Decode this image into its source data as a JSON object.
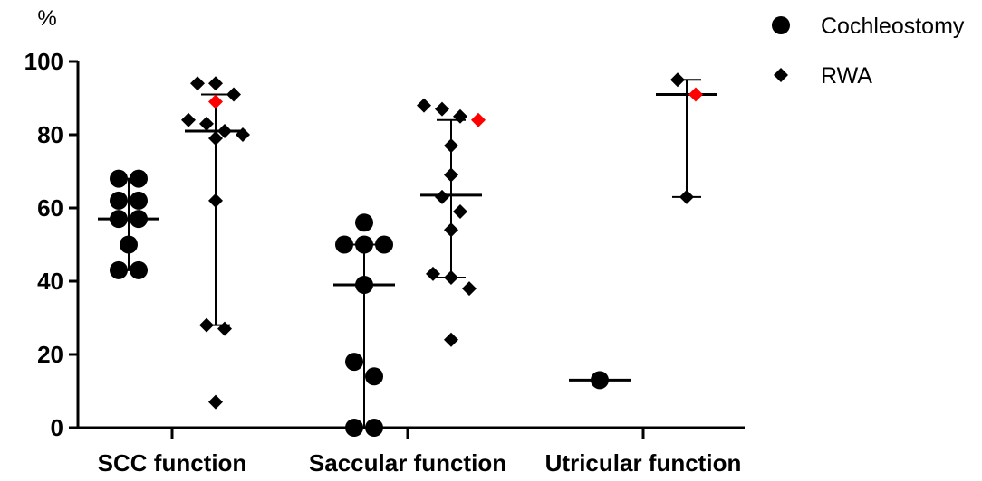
{
  "chart_data": {
    "type": "scatter",
    "ylabel": "%",
    "ylim": [
      0,
      100
    ],
    "yticks": [
      0,
      20,
      40,
      60,
      80,
      100
    ],
    "categories": [
      "SCC function",
      "Saccular function",
      "Utricular function"
    ],
    "legend_position": "top-right",
    "grid": false,
    "colors": {
      "marker": "#000000",
      "highlight": "#ff0000"
    },
    "series": [
      {
        "name": "Cochleostomy",
        "marker": "circle",
        "groups": [
          {
            "category": "SCC function",
            "values": [
              68,
              68,
              62,
              62,
              57,
              57,
              50,
              43,
              43
            ],
            "median": 57,
            "iqr": [
              43,
              68
            ],
            "highlight": []
          },
          {
            "category": "Saccular function",
            "values": [
              56,
              50,
              50,
              50,
              39,
              18,
              14,
              0,
              0
            ],
            "median": 39,
            "iqr": [
              0,
              50
            ],
            "highlight": []
          },
          {
            "category": "Utricular function",
            "values": [
              13
            ],
            "median": 13,
            "iqr": [
              13,
              13
            ],
            "highlight": []
          }
        ]
      },
      {
        "name": "RWA",
        "marker": "diamond",
        "groups": [
          {
            "category": "SCC function",
            "values": [
              94,
              94,
              91,
              89,
              84,
              83,
              81,
              80,
              79,
              62,
              28,
              27,
              7
            ],
            "median": 81,
            "iqr": [
              28,
              91
            ],
            "highlight": [
              89
            ]
          },
          {
            "category": "Saccular function",
            "values": [
              88,
              87,
              85,
              84,
              77,
              69,
              63,
              59,
              54,
              42,
              41,
              38,
              24
            ],
            "median": 63.5,
            "iqr": [
              41,
              84
            ],
            "highlight": [
              84
            ]
          },
          {
            "category": "Utricular function",
            "values": [
              95,
              91,
              63
            ],
            "median": 91,
            "iqr": [
              63,
              95
            ],
            "highlight": [
              91
            ]
          }
        ]
      }
    ]
  }
}
